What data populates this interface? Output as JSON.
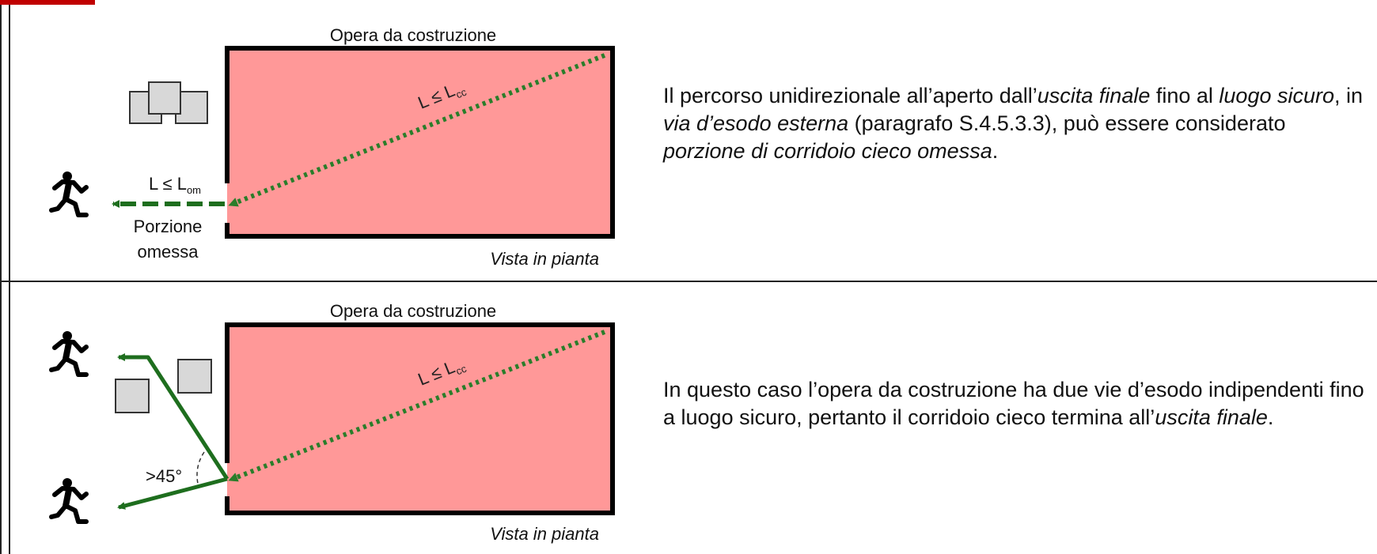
{
  "colors": {
    "building_fill": "#ff9898",
    "path_green": "#1e6e1e",
    "dotted_green": "#2a7d2a",
    "furniture_fill": "#d8d8d8",
    "border": "#222222",
    "corner_mark": "#c00000"
  },
  "icons": {
    "person": "running-person-icon",
    "obstacle": "square-obstacle-icon"
  },
  "row1": {
    "building_label": "Opera da costruzione",
    "view_label": "Vista in pianta",
    "dead_end_label": "L ≤ L",
    "dead_end_sub": "cc",
    "omitted_length_label": "L ≤ L",
    "omitted_length_sub": "om",
    "omitted_line1": "Porzione",
    "omitted_line2": "omessa",
    "description": {
      "p1": "Il percorso unidirezionale all’aperto dall’",
      "i1": "uscita finale",
      "p2": " fino al ",
      "i2": "luogo sicuro",
      "p3": ", in ",
      "i3": "via d’esodo esterna",
      "p4": " (paragrafo S.4.5.3.3), può essere considerato ",
      "i4": "porzione di corridoio cieco omessa",
      "p5": "."
    }
  },
  "row2": {
    "building_label": "Opera da costruzione",
    "view_label": "Vista in pianta",
    "dead_end_label": "L ≤ L",
    "dead_end_sub": "cc",
    "angle_label": ">45°",
    "description": {
      "p1": "In questo caso l’opera da costruzione ha due vie d’esodo indipendenti fino a luogo sicuro, pertanto il corridoio cieco termina all’",
      "i1": "uscita finale",
      "p2": "."
    }
  }
}
